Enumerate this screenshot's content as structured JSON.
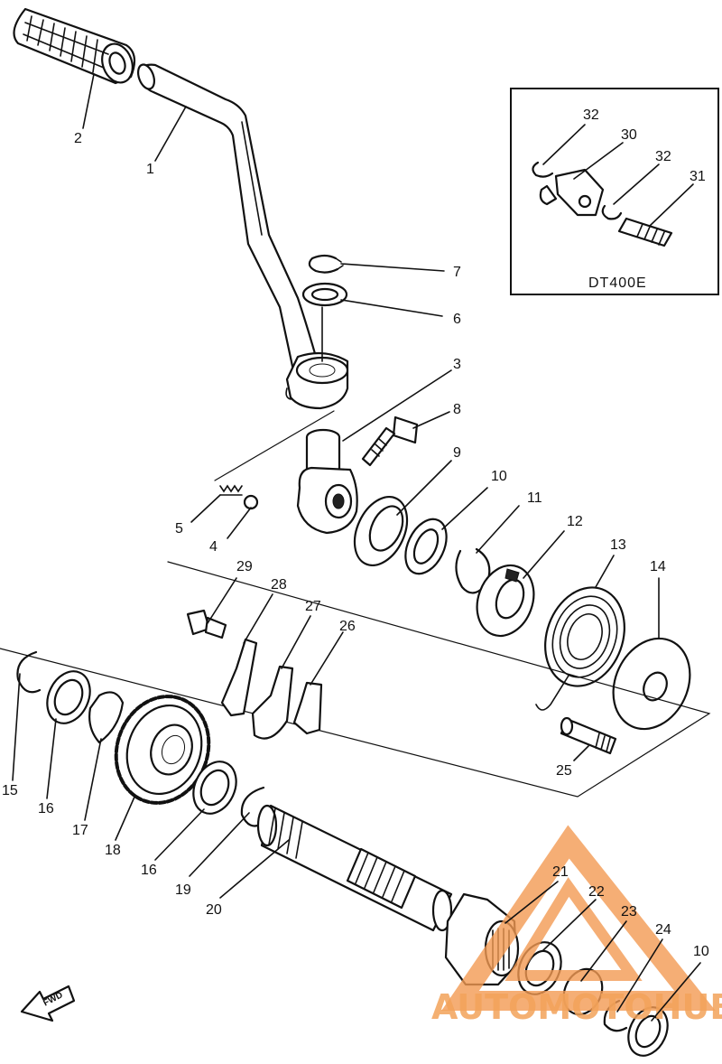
{
  "inset": {
    "label": "DT400E"
  },
  "watermark": {
    "text": "AUTOMOTOHUB",
    "color": "#f08a3c"
  },
  "fwd_arrow": {
    "label": "FWD"
  },
  "callouts": [
    {
      "num": "1"
    },
    {
      "num": "2"
    },
    {
      "num": "3"
    },
    {
      "num": "4"
    },
    {
      "num": "5"
    },
    {
      "num": "6"
    },
    {
      "num": "7"
    },
    {
      "num": "8"
    },
    {
      "num": "9"
    },
    {
      "num": "10"
    },
    {
      "num": "11"
    },
    {
      "num": "12"
    },
    {
      "num": "13"
    },
    {
      "num": "14"
    },
    {
      "num": "15"
    },
    {
      "num": "16"
    },
    {
      "num": "17"
    },
    {
      "num": "18"
    },
    {
      "num": "16"
    },
    {
      "num": "19"
    },
    {
      "num": "20"
    },
    {
      "num": "21"
    },
    {
      "num": "22"
    },
    {
      "num": "23"
    },
    {
      "num": "24"
    },
    {
      "num": "10"
    },
    {
      "num": "25"
    },
    {
      "num": "26"
    },
    {
      "num": "27"
    },
    {
      "num": "28"
    },
    {
      "num": "29"
    },
    {
      "num": "32"
    },
    {
      "num": "30"
    },
    {
      "num": "32"
    },
    {
      "num": "31"
    }
  ]
}
